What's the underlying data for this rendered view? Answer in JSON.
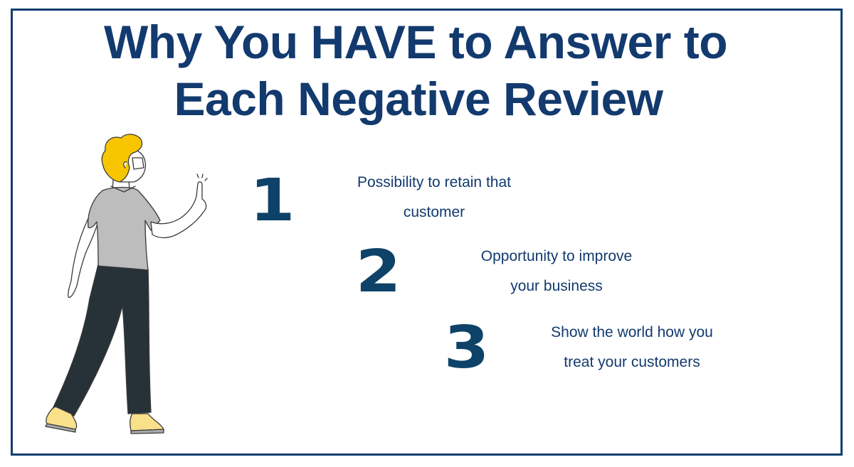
{
  "title": {
    "line1": "Why You HAVE to Answer to",
    "line2": "Each Negative Review"
  },
  "reasons": [
    {
      "number": "1",
      "line1": "Possibility to retain that",
      "line2": "customer"
    },
    {
      "number": "2",
      "line1": "Opportunity to improve",
      "line2": "your business"
    },
    {
      "number": "3",
      "line1": "Show the world how you",
      "line2": "treat your customers"
    }
  ],
  "illustration": {
    "icon": "person-pointing-illustration"
  },
  "colors": {
    "title": "#123a6e",
    "numbers": "#0e4268",
    "border": "#123d70",
    "hair": "#f7c600",
    "shirt": "#bdbdbd",
    "pants": "#263238",
    "shoes": "#f9e08a"
  }
}
